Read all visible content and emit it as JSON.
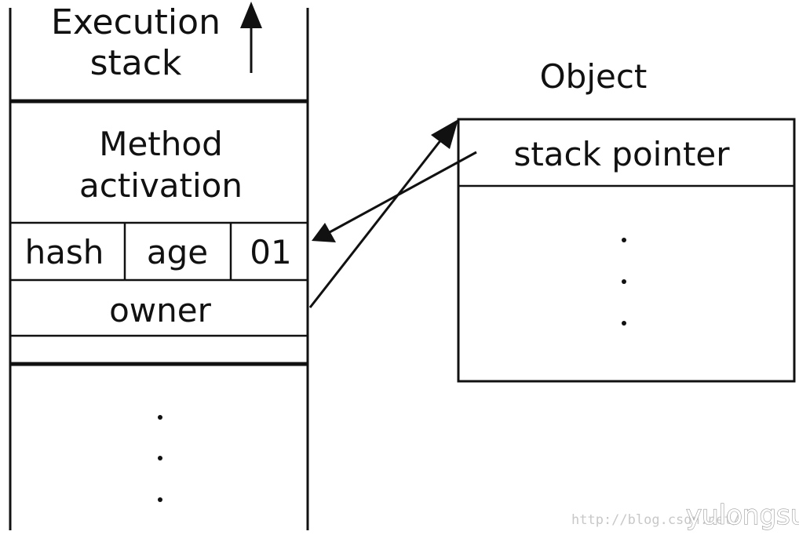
{
  "stack": {
    "title_line1": "Execution",
    "title_line2": "stack",
    "method_line1": "Method",
    "method_line2": "activation",
    "cells": {
      "hash": "hash",
      "age": "age",
      "lock_bits": "01"
    },
    "owner": "owner"
  },
  "object": {
    "title": "Object",
    "stack_pointer": "stack pointer"
  },
  "watermark": {
    "url": "http://blog.csdn.net/",
    "name": "yulongsun"
  },
  "colors": {
    "line": "#111111",
    "background": "#ffffff"
  }
}
